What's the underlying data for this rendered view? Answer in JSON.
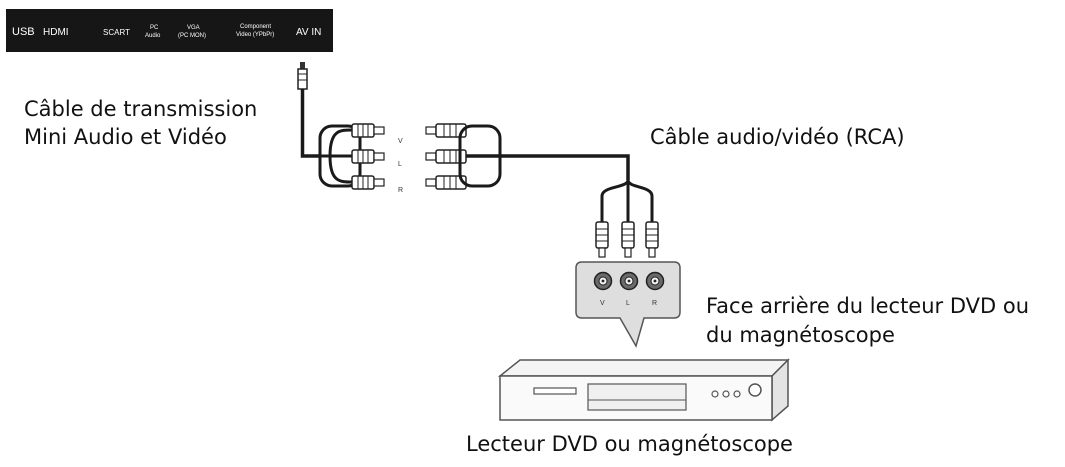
{
  "panel": {
    "usb": "USB",
    "hdmi": "HDMI",
    "scart": "SCART",
    "pc_audio_1": "PC",
    "pc_audio_2": "Audio",
    "vga_1": "VGA",
    "vga_2": "(PC MON)",
    "component_1": "Component",
    "component_2": "Video (YPbPr)",
    "av_in": "AV IN"
  },
  "labels": {
    "mini_cable_line1": "Câble de transmission",
    "mini_cable_line2": "Mini Audio et Vidéo",
    "rca_cable": "Câble audio/vidéo (RCA)",
    "rear_panel_line1": "Face arrière du lecteur DVD ou",
    "rear_panel_line2": "du magnétoscope",
    "device": "Lecteur DVD ou magnétoscope"
  },
  "pins": {
    "left_v": "V",
    "left_l": "L",
    "left_r": "R",
    "rear_v": "V",
    "rear_l": "L",
    "rear_r": "R"
  },
  "colors": {
    "panel_bg": "#161616",
    "cable": "#1a1a1a",
    "rear_panel_bg": "#dedede"
  }
}
